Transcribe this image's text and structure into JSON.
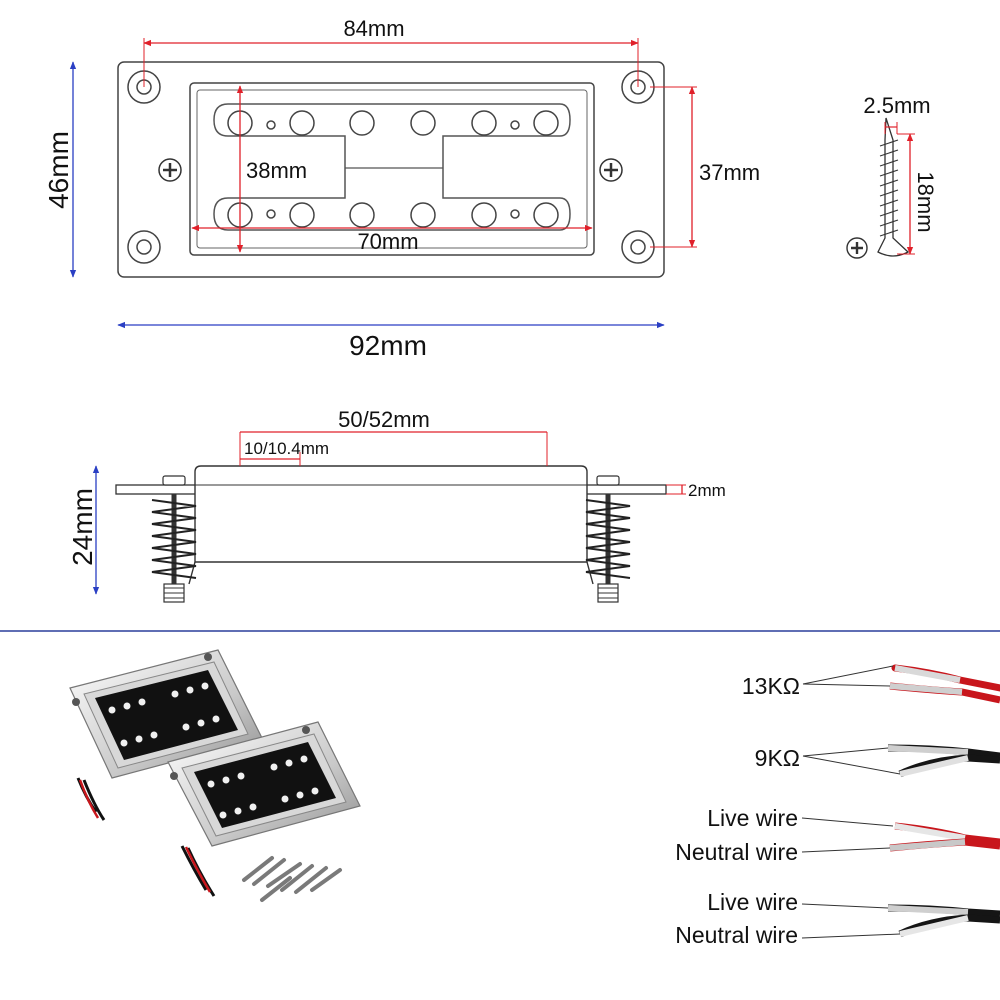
{
  "top_view": {
    "dim_outer_width": "92mm",
    "dim_outer_height": "46mm",
    "dim_hole_span": "84mm",
    "dim_hole_vertical": "37mm",
    "dim_inner_height": "38mm",
    "dim_inner_width": "70mm"
  },
  "screw": {
    "dim_diameter": "2.5mm",
    "dim_length": "18mm"
  },
  "side_view": {
    "dim_height": "24mm",
    "dim_top_span": "50/52mm",
    "dim_pole_spacing": "10/10.4mm",
    "dim_plate_thickness": "2mm"
  },
  "wiring": {
    "pair1_resistance": "13KΩ",
    "pair2_resistance": "9KΩ",
    "set1_live": "Live wire",
    "set1_neutral": "Neutral wire",
    "set2_live": "Live wire",
    "set2_neutral": "Neutral wire"
  },
  "colors": {
    "dim_red": "#e0202a",
    "dim_blue": "#2a3fc4",
    "divider": "#2a3f9c",
    "wire_red": "#c8161c",
    "wire_black": "#151515"
  }
}
